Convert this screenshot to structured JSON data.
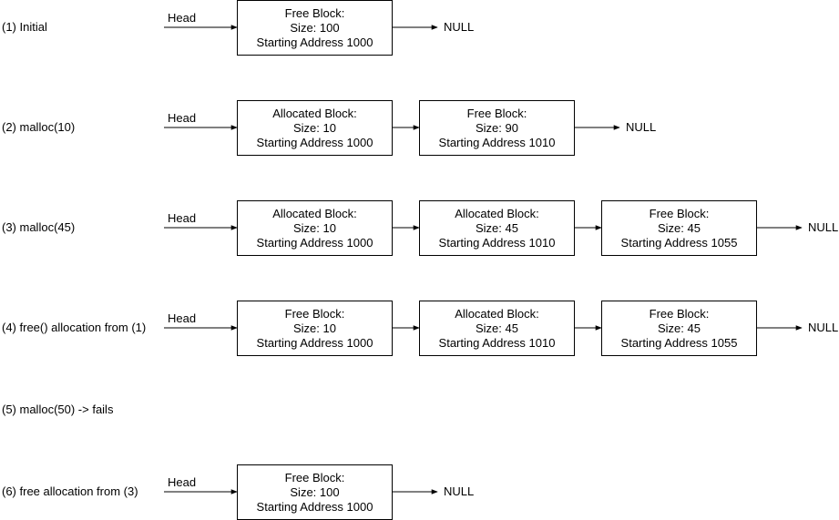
{
  "rows": [
    {
      "label": "(1) Initial",
      "head": "Head",
      "blocks": [
        {
          "title": "Free Block:",
          "size": "Size: 100",
          "address": "Starting Address 1000"
        }
      ],
      "terminal": "NULL"
    },
    {
      "label": "(2) malloc(10)",
      "head": "Head",
      "blocks": [
        {
          "title": "Allocated Block:",
          "size": "Size: 10",
          "address": "Starting Address 1000"
        },
        {
          "title": "Free Block:",
          "size": "Size: 90",
          "address": "Starting Address 1010"
        }
      ],
      "terminal": "NULL"
    },
    {
      "label": "(3) malloc(45)",
      "head": "Head",
      "blocks": [
        {
          "title": "Allocated Block:",
          "size": "Size: 10",
          "address": "Starting Address 1000"
        },
        {
          "title": "Allocated Block:",
          "size": "Size: 45",
          "address": "Starting Address 1010"
        },
        {
          "title": "Free Block:",
          "size": "Size: 45",
          "address": "Starting Address 1055"
        }
      ],
      "terminal": "NULL"
    },
    {
      "label": "(4) free() allocation from (1)",
      "head": "Head",
      "blocks": [
        {
          "title": "Free Block:",
          "size": "Size: 10",
          "address": "Starting Address 1000"
        },
        {
          "title": "Allocated Block:",
          "size": "Size: 45",
          "address": "Starting Address 1010"
        },
        {
          "title": "Free Block:",
          "size": "Size: 45",
          "address": "Starting Address 1055"
        }
      ],
      "terminal": "NULL"
    },
    {
      "label": "(5) malloc(50) -> fails",
      "head": "",
      "blocks": [],
      "terminal": ""
    },
    {
      "label": "(6) free allocation from (3)",
      "head": "Head",
      "blocks": [
        {
          "title": "Free Block:",
          "size": "Size: 100",
          "address": "Starting Address 1000"
        }
      ],
      "terminal": "NULL"
    }
  ]
}
